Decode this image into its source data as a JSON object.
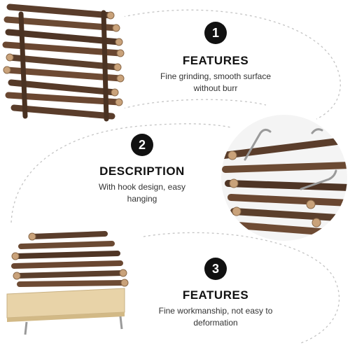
{
  "features": [
    {
      "number": "1",
      "title": "FEATURES",
      "desc_line1": "Fine grinding, smooth surface",
      "desc_line2": "without burr"
    },
    {
      "number": "2",
      "title": "DESCRIPTION",
      "desc_line1": "With hook design, easy",
      "desc_line2": "hanging"
    },
    {
      "number": "3",
      "title": "FEATURES",
      "desc_line1": "Fine workmanship, not easy to",
      "desc_line2": "deformation"
    }
  ],
  "colors": {
    "badge": "#111111",
    "wood_dark": "#5a3d2b",
    "wood_light": "#c9a27a",
    "board": "#e8d3a8",
    "dashed_line": "#bbbbbb"
  }
}
